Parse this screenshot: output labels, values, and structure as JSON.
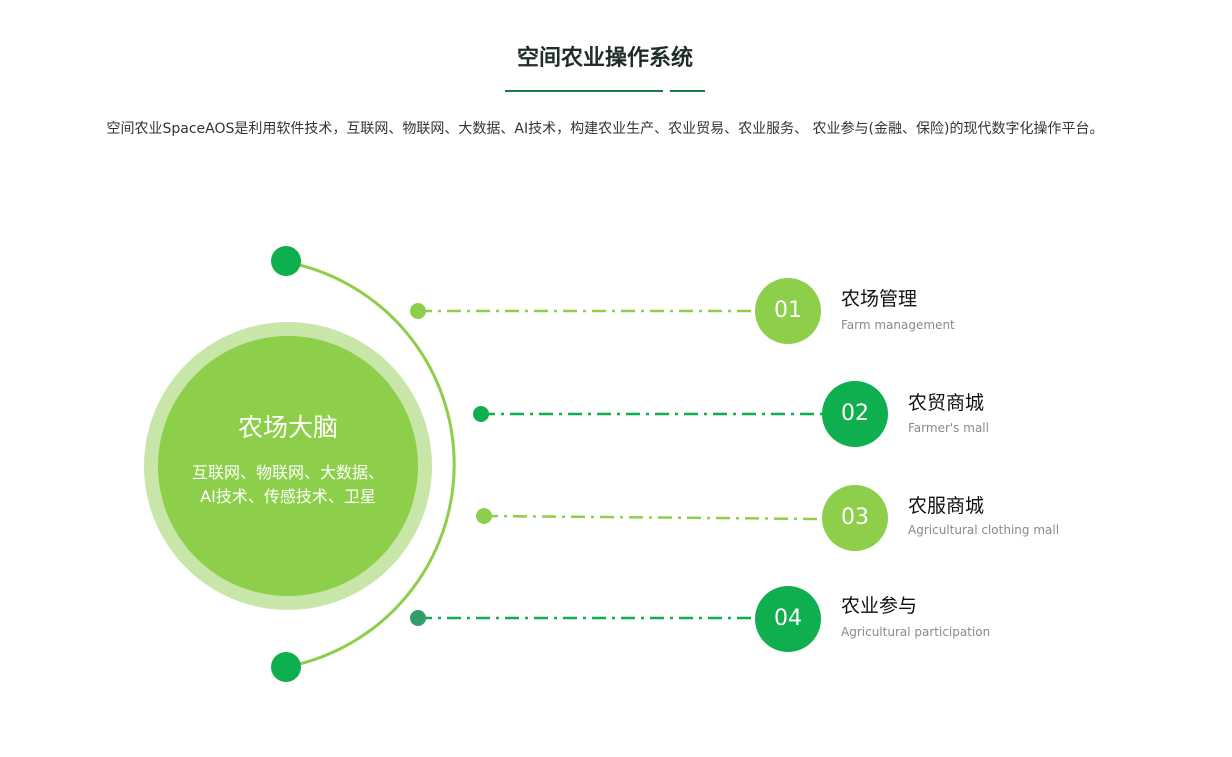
{
  "header": {
    "title": "空间农业操作系统",
    "description": "空间农业SpaceAOS是利用软件技术，互联网、物联网、大数据、AI技术，构建农业生产、农业贸易、农业服务、 农业参与(金融、保险)的现代数字化操作平台。"
  },
  "center": {
    "title": "农场大脑",
    "line1": "互联网、物联网、大数据、",
    "line2": "AI技术、传感技术、卫星"
  },
  "items": [
    {
      "number": "01",
      "title": "农场管理",
      "subtitle": "Farm management",
      "color": "#8dcf4b"
    },
    {
      "number": "02",
      "title": "农贸商城",
      "subtitle": "Farmer's mall",
      "color": "#0fae4e"
    },
    {
      "number": "03",
      "title": "农服商城",
      "subtitle": "Agricultural clothing mall",
      "color": "#8dcf4b"
    },
    {
      "number": "04",
      "title": "农业参与",
      "subtitle": "Agricultural participation",
      "color": "#0fae4e"
    }
  ],
  "colors": {
    "light_green": "#8dcf4b",
    "dark_green": "#0fae4e",
    "pale_green": "#c8e6a8",
    "teal_dot": "#2f9e6a",
    "title_underline": "#1a7a45"
  }
}
